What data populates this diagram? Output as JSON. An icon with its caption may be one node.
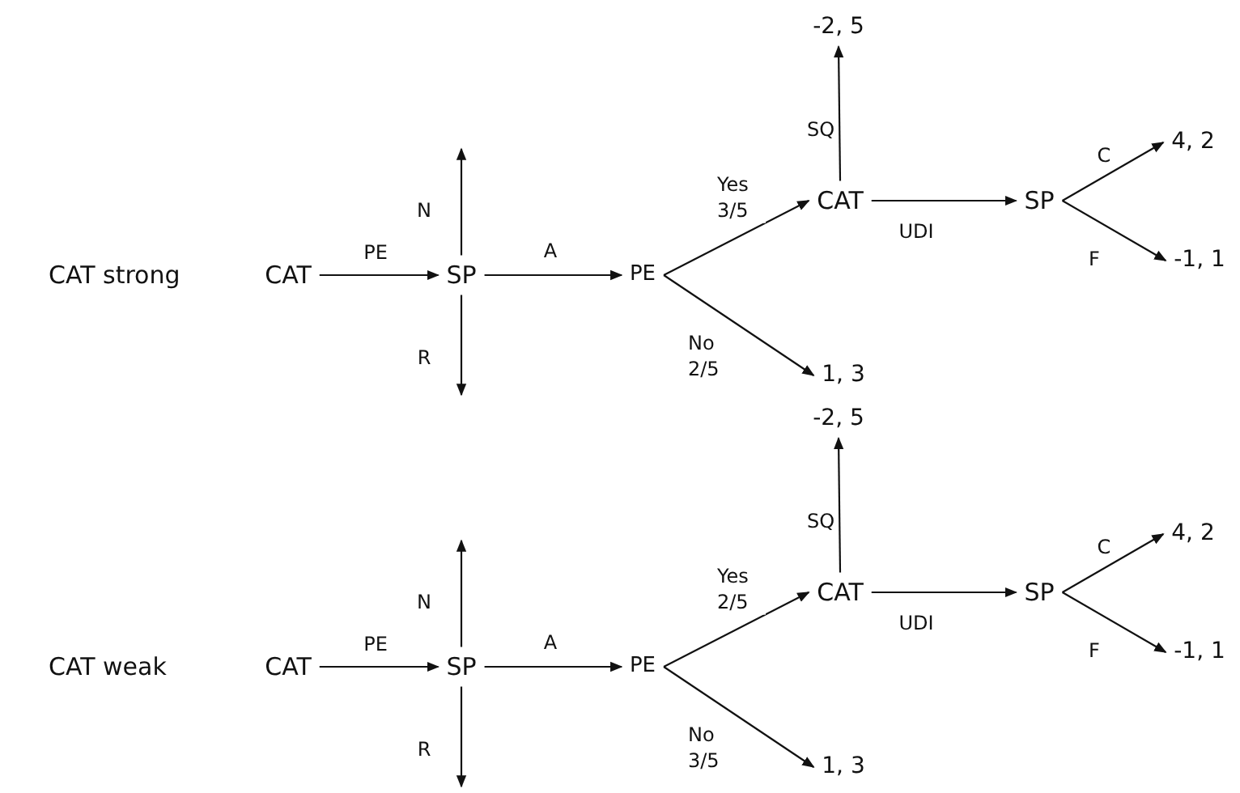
{
  "diagram": {
    "nodes": [
      {
        "text": [
          "CAT"
        ]
      },
      {
        "text": [
          "SP"
        ]
      },
      {
        "text": [
          "PE"
        ]
      },
      {
        "text": [
          "CAT"
        ]
      },
      {
        "text": [
          "SP"
        ]
      },
      {
        "text": [
          "-2, 5"
        ]
      },
      {
        "text": [
          "1, 3"
        ]
      },
      {
        "text": [
          "4, 2"
        ]
      },
      {
        "text": [
          "-1, 1"
        ]
      },
      {
        "text": [
          "CAT"
        ]
      },
      {
        "text": [
          "SP"
        ]
      },
      {
        "text": [
          "PE"
        ]
      },
      {
        "text": [
          "CAT"
        ]
      },
      {
        "text": [
          "SP"
        ]
      },
      {
        "text": [
          "-2, 5"
        ]
      },
      {
        "text": [
          "1, 3"
        ]
      },
      {
        "text": [
          "4, 2"
        ]
      },
      {
        "text": [
          "-1, 1"
        ]
      }
    ],
    "edges": [
      {
        "from": 0,
        "to": 1,
        "arrow": "to",
        "label": "PE"
      },
      {
        "from": 1,
        "to": null,
        "arrow": "to",
        "label": "N"
      },
      {
        "from": 1,
        "to": null,
        "arrow": "to",
        "label": "R"
      },
      {
        "from": 1,
        "to": 2,
        "arrow": "to",
        "label": "A"
      },
      {
        "from": 2,
        "to": 3,
        "arrow": "to",
        "label": "Yes 3/5"
      },
      {
        "from": 2,
        "to": 6,
        "arrow": "to",
        "label": "No 2/5"
      },
      {
        "from": 3,
        "to": 5,
        "arrow": "to",
        "label": "SQ"
      },
      {
        "from": 3,
        "to": 4,
        "arrow": "to",
        "label": "UDI"
      },
      {
        "from": 4,
        "to": 7,
        "arrow": "to",
        "label": "C"
      },
      {
        "from": 4,
        "to": 8,
        "arrow": "to",
        "label": "F"
      },
      {
        "from": 9,
        "to": 10,
        "arrow": "to",
        "label": "PE"
      },
      {
        "from": 10,
        "to": null,
        "arrow": "to",
        "label": "N"
      },
      {
        "from": 10,
        "to": null,
        "arrow": "to",
        "label": "R"
      },
      {
        "from": 10,
        "to": 11,
        "arrow": "to",
        "label": "A"
      },
      {
        "from": 11,
        "to": 12,
        "arrow": "to",
        "label": "Yes 2/5"
      },
      {
        "from": 11,
        "to": 15,
        "arrow": "to",
        "label": "No 3/5"
      },
      {
        "from": 12,
        "to": 14,
        "arrow": "to",
        "label": "SQ"
      },
      {
        "from": 12,
        "to": 13,
        "arrow": "to",
        "label": "UDI"
      },
      {
        "from": 13,
        "to": 16,
        "arrow": "to",
        "label": "C"
      },
      {
        "from": 13,
        "to": 17,
        "arrow": "to",
        "label": "F"
      }
    ],
    "labels": [
      "CAT strong",
      "CAT weak"
    ]
  }
}
